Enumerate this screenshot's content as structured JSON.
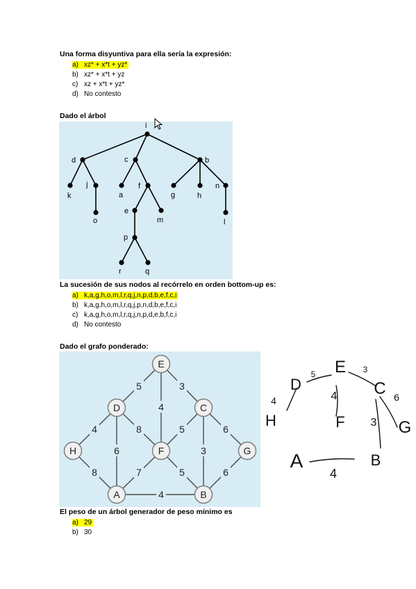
{
  "q1": {
    "title": "Una forma disyuntiva para ella sería la expresión:",
    "options": [
      {
        "letter": "a)",
        "text": "xz* + x*t + yz*",
        "highlighted": true
      },
      {
        "letter": "b)",
        "text": "xz* + x*t + yz",
        "highlighted": false
      },
      {
        "letter": "c)",
        "text": "xz + x*t + yz*",
        "highlighted": false
      },
      {
        "letter": "d)",
        "text": "No contesto",
        "highlighted": false
      }
    ]
  },
  "q2": {
    "title": "Dado el árbol",
    "tree_labels": {
      "i": "i",
      "d": "d",
      "c": "c",
      "b": "b",
      "k": "k",
      "j": "j",
      "a": "a",
      "f": "f",
      "g": "g",
      "h": "h",
      "n": "n",
      "o": "o",
      "e": "e",
      "m": "m",
      "l": "l",
      "p": "p",
      "r": "r",
      "q": "q"
    },
    "question": "La sucesión de sus nodos al recórrelo en orden bottom-up es:",
    "options": [
      {
        "letter": "a)",
        "text": "k,a,g,h,o,m,l,r,q,j,n,p,d,b,e,f,c,i",
        "highlighted": true
      },
      {
        "letter": "b)",
        "text": "k,a,g,h,o,m,l,r,q,j,p,n,d,b,e,f,c,i",
        "highlighted": false
      },
      {
        "letter": "c)",
        "text": "k,a,g,h,o,m,l,r,q,j,n,p,d,e,b,f,c,i",
        "highlighted": false
      },
      {
        "letter": "d)",
        "text": "No contesto",
        "highlighted": false
      }
    ]
  },
  "q3": {
    "title": "Dado el grafo ponderado:",
    "graph": {
      "nodes": {
        "E": "E",
        "D": "D",
        "C": "C",
        "H": "H",
        "F": "F",
        "G": "G",
        "A": "A",
        "B": "B"
      },
      "weights": {
        "E_D": "5",
        "E_C": "3",
        "E_F": "4",
        "D_H": "4",
        "D_F": "8",
        "D_A": "6",
        "C_F": "5",
        "C_G": "6",
        "C_B": "3",
        "H_A": "8",
        "F_A": "7",
        "F_B": "5",
        "G_B": "6",
        "A_B": "4"
      }
    },
    "handwritten": {
      "nodes": {
        "E": "E",
        "D": "D",
        "C": "C",
        "H": "H",
        "F": "F",
        "G": "G",
        "A": "A",
        "B": "B"
      },
      "weights": {
        "D_E": "5",
        "E_C": "3",
        "E_F": "4",
        "D_H": "4",
        "C_G": "6",
        "C_B": "3",
        "A_B": "4"
      }
    },
    "question": "El peso de un árbol generador de peso mínimo es",
    "options": [
      {
        "letter": "a)",
        "text": "29",
        "highlighted": true
      },
      {
        "letter": "b)",
        "text": "30",
        "highlighted": false
      }
    ]
  },
  "colors": {
    "highlight": "#ffff00",
    "panel": "#d8ecf5",
    "node_fill": "#f0f0f0",
    "node_stroke": "#7f7f7f"
  }
}
